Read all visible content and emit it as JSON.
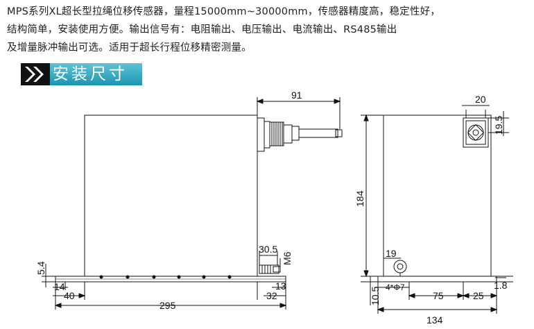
{
  "intro": {
    "lines": [
      "MPS系列XL超长型拉绳位移传感器，量程15000mm~30000mm，传感器精度高，稳定性好，",
      "结构简单，安装使用方便。输出信号有：电阻输出、电压输出、电流输出、RS485输出",
      "及增量脉冲输出可选。适用于超长行程位移精密测量。"
    ]
  },
  "section": {
    "title": "安装尺寸"
  },
  "front_view": {
    "dim_length": "295",
    "dim_connector": "91",
    "dim_left_offset": "40",
    "dim_left_small": "14",
    "dim_base_height": "5.4",
    "dim_right_offset": "32",
    "dim_right_small": "13",
    "dim_thread_width": "30.5",
    "thread_label": "M6"
  },
  "side_view": {
    "dim_height": "184",
    "dim_width": "134",
    "dim_hole_spacing": "75",
    "dim_right_offset": "25",
    "dim_base_thickness": "1.8",
    "dim_base_height": "10.5",
    "dim_bolt_offset": "19",
    "hole_label": "4*Φ7",
    "dim_window_width": "20",
    "dim_window_offset": "19.5"
  },
  "colors": {
    "banner_from": "#5fc3d6",
    "banner_to": "#1c95b0",
    "line": "#111111"
  }
}
